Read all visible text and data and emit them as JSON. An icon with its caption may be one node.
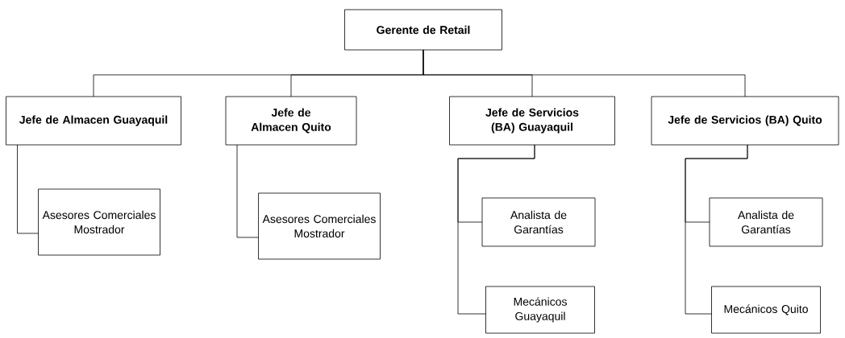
{
  "diagram": {
    "nodes": [
      {
        "text": [
          "Gerente de Retail"
        ]
      },
      {
        "text": [
          "Jefe de Almacen Guayaquil"
        ]
      },
      {
        "text": [
          "Jefe de Almacen Quito"
        ]
      },
      {
        "text": [
          "Jefe de Servicios (BA) Guayaquil"
        ]
      },
      {
        "text": [
          "Jefe de Servicios (BA) Quito"
        ]
      },
      {
        "text": [
          "Asesores Comerciales Mostrador"
        ]
      },
      {
        "text": [
          "Asesores Comerciales Mostrador"
        ]
      },
      {
        "text": [
          "Analista de Garantías"
        ]
      },
      {
        "text": [
          "Mecánicos Guayaquil"
        ]
      },
      {
        "text": [
          "Analista de Garantías"
        ]
      },
      {
        "text": [
          "Mecánicos Quito"
        ]
      }
    ],
    "edges": [
      {
        "from": 0,
        "to": 1,
        "arrow": "none"
      },
      {
        "from": 0,
        "to": 2,
        "arrow": "none"
      },
      {
        "from": 0,
        "to": 3,
        "arrow": "none"
      },
      {
        "from": 0,
        "to": 4,
        "arrow": "none"
      },
      {
        "from": 1,
        "to": 5,
        "arrow": "none"
      },
      {
        "from": 2,
        "to": 6,
        "arrow": "none"
      },
      {
        "from": 3,
        "to": 7,
        "arrow": "none"
      },
      {
        "from": 3,
        "to": 8,
        "arrow": "none"
      },
      {
        "from": 4,
        "to": 9,
        "arrow": "none"
      },
      {
        "from": 4,
        "to": 10,
        "arrow": "none"
      }
    ]
  }
}
